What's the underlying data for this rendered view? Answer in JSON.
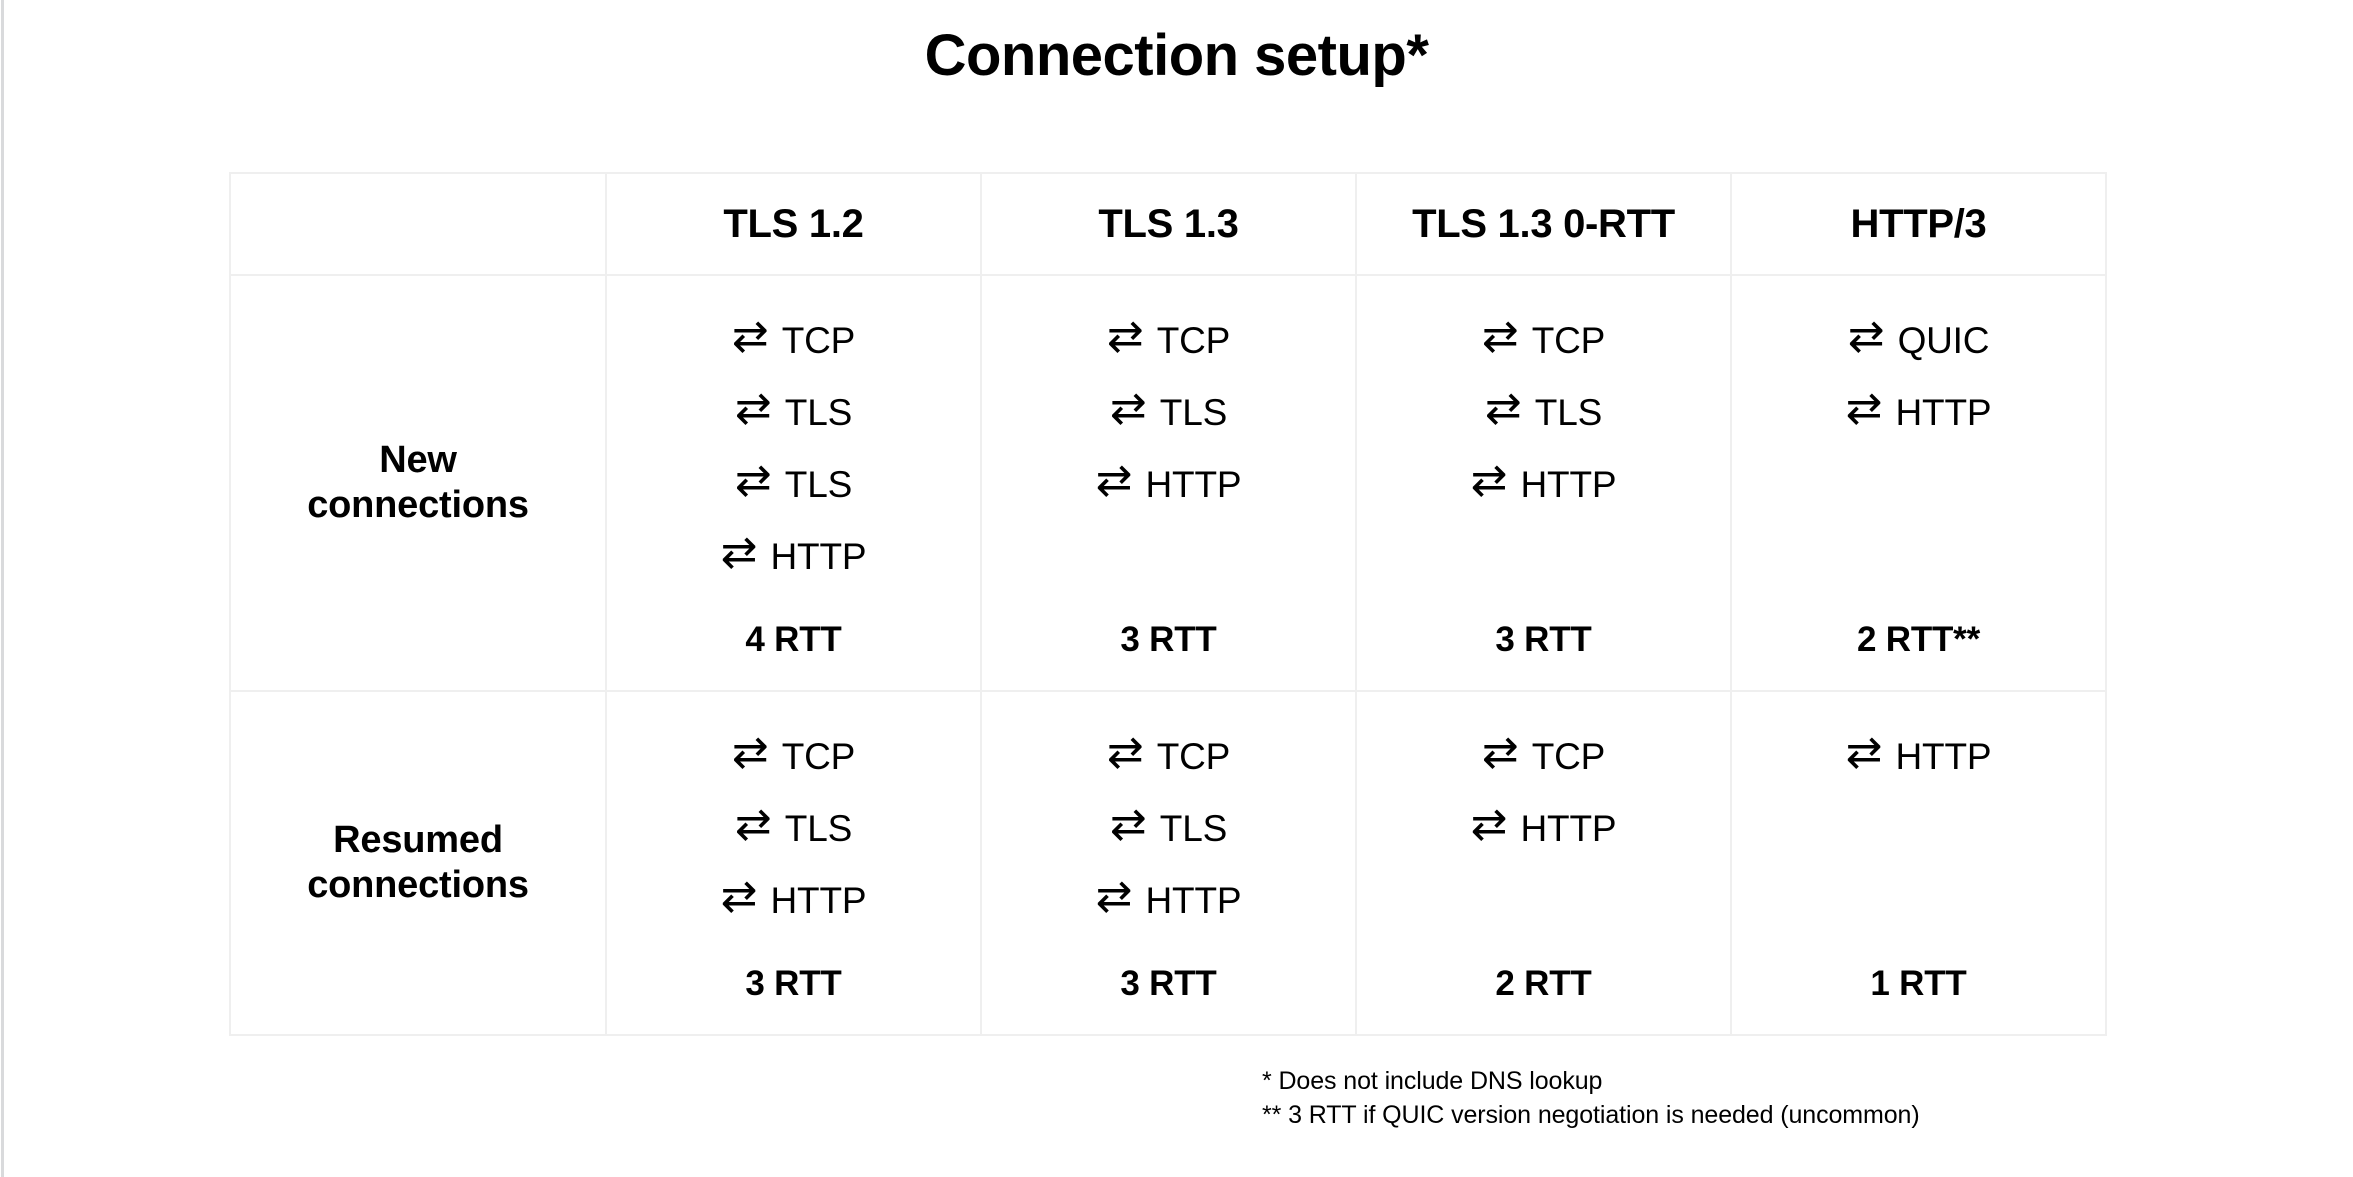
{
  "slide": {
    "title": "Connection setup*",
    "accent_color": "#000000",
    "border_color": "#efefef",
    "background_color": "#ffffff"
  },
  "table": {
    "corner_label": "",
    "column_headers": [
      "TLS 1.2",
      "TLS 1.3",
      "TLS 1.3 0-RTT",
      "HTTP/3"
    ],
    "arrow_icon": "⇄",
    "arrow_icon_name": "bidirectional-arrow-icon",
    "rows": [
      {
        "label_line1": "New",
        "label_line2": "connections",
        "cells": [
          {
            "steps": [
              "TCP",
              "TLS",
              "TLS",
              "HTTP"
            ],
            "rtt": "4 RTT"
          },
          {
            "steps": [
              "TCP",
              "TLS",
              "HTTP"
            ],
            "rtt": "3 RTT"
          },
          {
            "steps": [
              "TCP",
              "TLS",
              "HTTP"
            ],
            "rtt": "3 RTT"
          },
          {
            "steps": [
              "QUIC",
              "HTTP"
            ],
            "rtt": "2 RTT**"
          }
        ]
      },
      {
        "label_line1": "Resumed",
        "label_line2": "connections",
        "cells": [
          {
            "steps": [
              "TCP",
              "TLS",
              "HTTP"
            ],
            "rtt": "3 RTT"
          },
          {
            "steps": [
              "TCP",
              "TLS",
              "HTTP"
            ],
            "rtt": "3 RTT"
          },
          {
            "steps": [
              "TCP",
              "HTTP"
            ],
            "rtt": "2 RTT"
          },
          {
            "steps": [
              "HTTP"
            ],
            "rtt": "1 RTT"
          }
        ]
      }
    ]
  },
  "footnotes": [
    "* Does not include DNS lookup",
    "** 3 RTT if QUIC version negotiation is needed (uncommon)"
  ]
}
